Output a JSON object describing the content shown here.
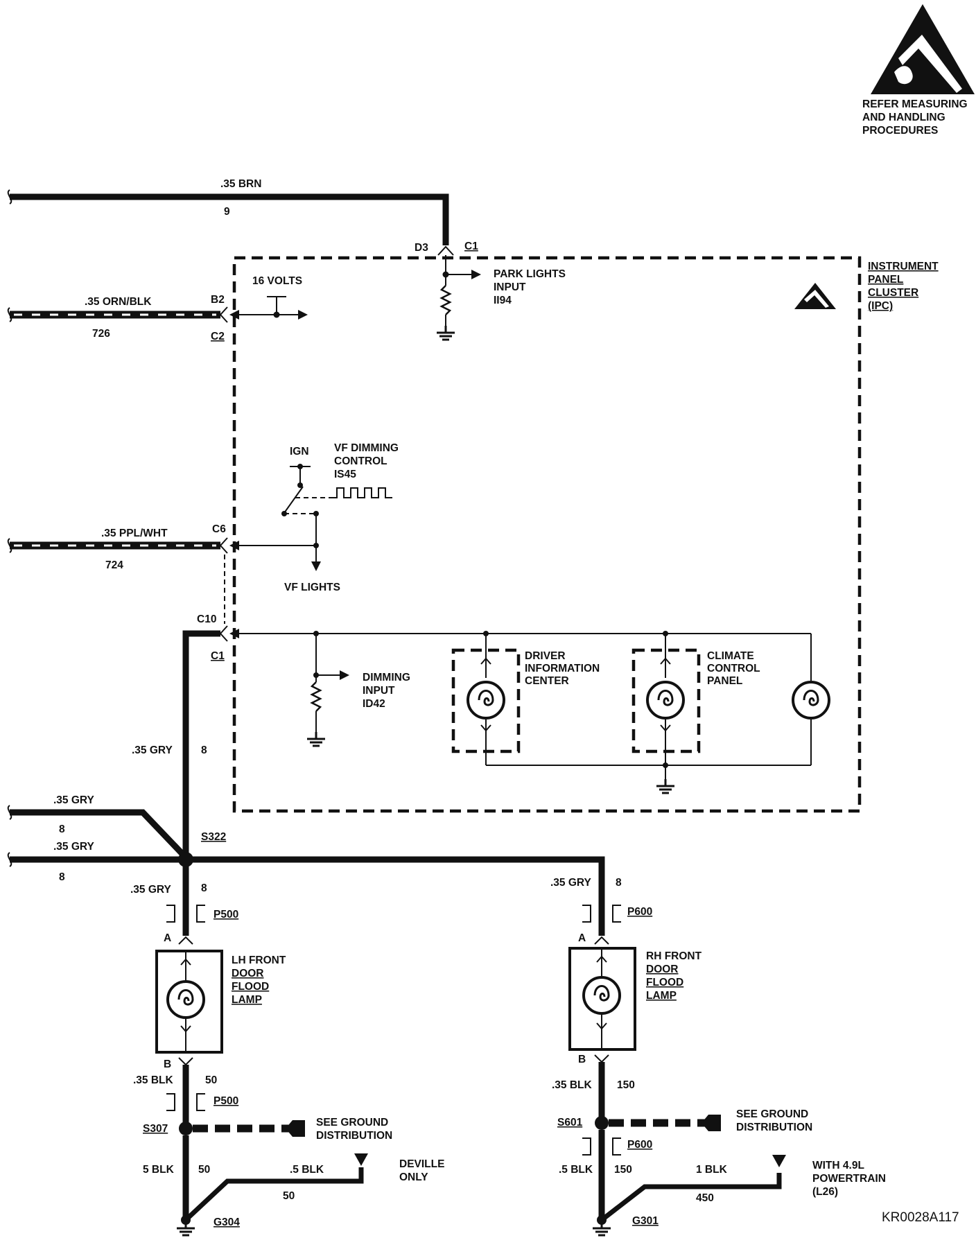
{
  "warning": {
    "icon": "esd-warning-icon",
    "lines": [
      "REFER MEASURING",
      "AND HANDLING",
      "PROCEDURES"
    ]
  },
  "module": {
    "name_lines": [
      "INSTRUMENT",
      "PANEL",
      "CLUSTER",
      "(IPC)"
    ]
  },
  "wires": {
    "brn": {
      "gauge_color": ".35 BRN",
      "circuit": "9"
    },
    "orn_blk": {
      "gauge_color": ".35 ORN/BLK",
      "circuit": "726"
    },
    "ppl_wht": {
      "gauge_color": ".35 PPL/WHT",
      "circuit": "724"
    },
    "gry_main": {
      "gauge_color": ".35 GRY",
      "circuit": "8"
    },
    "gry_in1": {
      "gauge_color": ".35 GRY",
      "circuit": "8"
    },
    "gry_in2": {
      "gauge_color": ".35 GRY",
      "circuit": "8"
    },
    "gry_lh": {
      "gauge_color": ".35 GRY",
      "circuit": "8"
    },
    "gry_rh": {
      "gauge_color": ".35 GRY",
      "circuit": "8"
    },
    "blk_lh": {
      "gauge_color": ".35 BLK",
      "circuit": "50"
    },
    "blk_rh": {
      "gauge_color": ".35 BLK",
      "circuit": "150"
    },
    "blk5_lh": {
      "gauge_color": "5 BLK",
      "circuit": "50"
    },
    "blk5_lh_branch": {
      "gauge_color": ".5 BLK",
      "circuit": "50"
    },
    "blk5_rh": {
      "gauge_color": ".5 BLK",
      "circuit": "150"
    },
    "blk1_rh_branch": {
      "gauge_color": "1 BLK",
      "circuit": "450"
    }
  },
  "pins": {
    "d3": "D3",
    "c1_top": "C1",
    "b2": "B2",
    "c2": "C2",
    "c6": "C6",
    "c10": "C10",
    "c1_mid": "C1",
    "lh_a": "A",
    "lh_b": "B",
    "rh_a": "A",
    "rh_b": "B"
  },
  "internal": {
    "park_lights": [
      "PARK LIGHTS",
      "INPUT",
      "II94"
    ],
    "volts": "16 VOLTS",
    "ign": "IGN",
    "vf_dimming": [
      "VF DIMMING",
      "CONTROL",
      "IS45"
    ],
    "vf_lights": "VF LIGHTS",
    "dimming_input": [
      "DIMMING",
      "INPUT",
      "ID42"
    ],
    "dic": [
      "DRIVER",
      "INFORMATION",
      "CENTER"
    ],
    "ccp": [
      "CLIMATE",
      "CONTROL",
      "PANEL"
    ]
  },
  "splices": {
    "s322": "S322",
    "s307": "S307",
    "s601": "S601"
  },
  "connectors": {
    "p500_top": "P500",
    "p500_bottom": "P500",
    "p600_top": "P600",
    "p600_bottom": "P600"
  },
  "lamps": {
    "lh": [
      "LH FRONT",
      "DOOR",
      "FLOOD",
      "LAMP"
    ],
    "rh": [
      "RH FRONT",
      "DOOR",
      "FLOOD",
      "LAMP"
    ]
  },
  "ground_dist": {
    "lh": [
      "SEE GROUND",
      "DISTRIBUTION"
    ],
    "rh": [
      "SEE GROUND",
      "DISTRIBUTION"
    ]
  },
  "grounds": {
    "g304": "G304",
    "g301": "G301"
  },
  "options": {
    "deville": [
      "DEVILLE",
      "ONLY"
    ],
    "powertrain": [
      "WITH 4.9L",
      "POWERTRAIN",
      "(L26)"
    ]
  },
  "figure_code": "KR0028A117"
}
